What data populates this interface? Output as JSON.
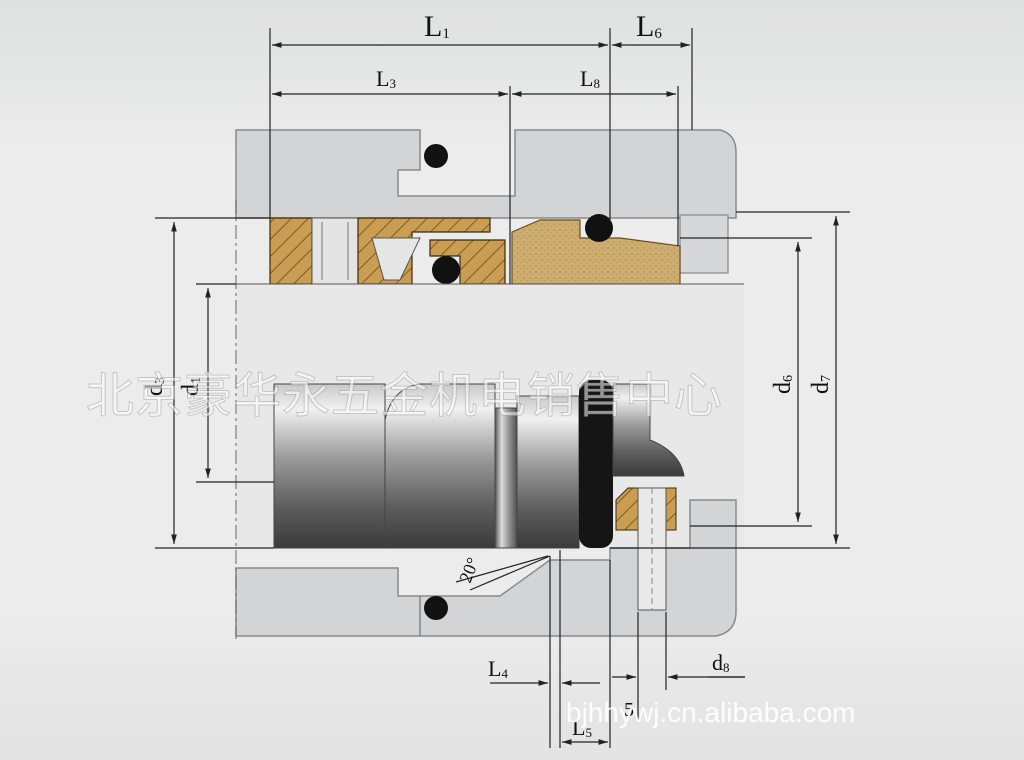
{
  "dimensions": {
    "L1": {
      "main": "L",
      "sub": "1"
    },
    "L6": {
      "main": "L",
      "sub": "6"
    },
    "L3": {
      "main": "L",
      "sub": "3"
    },
    "L8": {
      "main": "L",
      "sub": "8"
    },
    "L4": {
      "main": "L",
      "sub": "4"
    },
    "L5": {
      "main": "L",
      "sub": "5"
    },
    "L5b": {
      "main": "5"
    },
    "d3": {
      "main": "d",
      "sub": "3"
    },
    "d1": {
      "main": "d",
      "sub": "1"
    },
    "d6": {
      "main": "d",
      "sub": "6"
    },
    "d7": {
      "main": "d",
      "sub": "7"
    },
    "d8": {
      "main": "d",
      "sub": "8"
    }
  },
  "angle_label": "20°",
  "watermark_cn": "北京豪华永五金机电销售中心",
  "watermark_url": "bjhhywj.cn.alibaba.com",
  "colors": {
    "housing": "#d3d4d5",
    "housing_edge": "#8a8a8a",
    "brass": "#c9a45c",
    "carbon": "#cfb077",
    "oring": "#111111",
    "dim_line": "#222222"
  }
}
